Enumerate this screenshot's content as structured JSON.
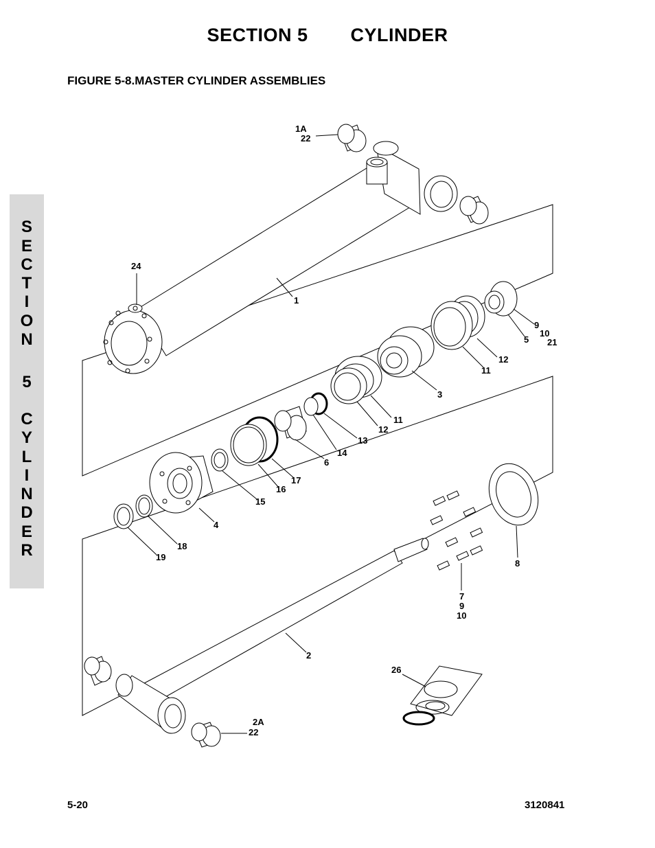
{
  "header": {
    "section": "SECTION 5",
    "title": "CYLINDER"
  },
  "figure_title": "FIGURE 5-8.MASTER CYLINDER ASSEMBLIES",
  "side_tab": [
    "S",
    "E",
    "C",
    "T",
    "I",
    "O",
    "N",
    "5",
    "C",
    "Y",
    "L",
    "I",
    "N",
    "D",
    "E",
    "R"
  ],
  "footer": {
    "page": "5-20",
    "doc_number": "3120841"
  },
  "callouts": {
    "c1A": "1A",
    "c22a": "22",
    "c24": "24",
    "c1": "1",
    "c9": "9",
    "c10a": "10",
    "c21": "21",
    "c5": "5",
    "c12a": "12",
    "c11a": "11",
    "c3": "3",
    "c11b": "11",
    "c12b": "12",
    "c13": "13",
    "c14": "14",
    "c6": "6",
    "c17": "17",
    "c16": "16",
    "c15": "15",
    "c4": "4",
    "c18": "18",
    "c19": "19",
    "c8": "8",
    "c7": "7",
    "c9b": "9",
    "c10b": "10",
    "c2": "2",
    "c26": "26",
    "c2A": "2A",
    "c22b": "22"
  }
}
